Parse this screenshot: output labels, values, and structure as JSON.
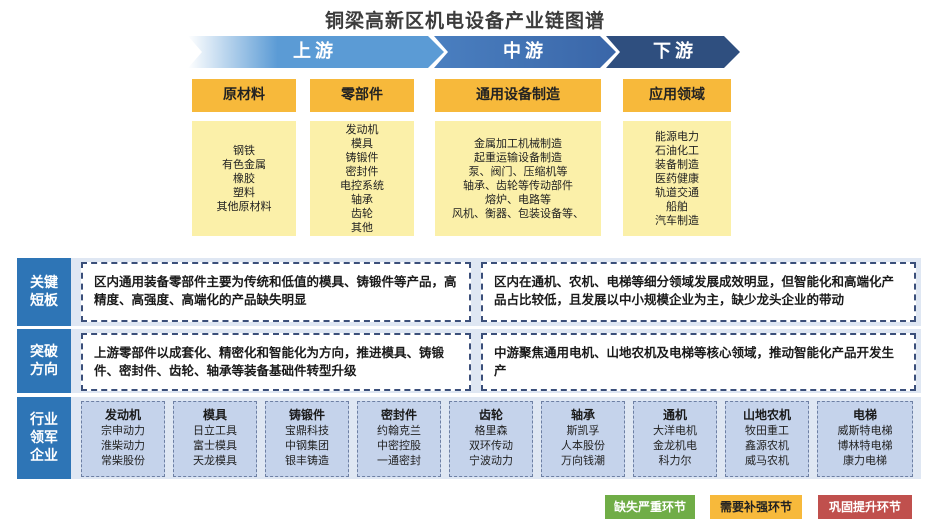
{
  "title": "铜梁高新区机电设备产业链图谱",
  "stages": [
    "上游",
    "中游",
    "下游"
  ],
  "colors": {
    "upstream": "#5b9bd5",
    "midstream": "#4472c4",
    "downstream": "#2f4f7f",
    "side": "#2e75b6",
    "category_head": "#f7b93b",
    "category_body": "#fbf0a9",
    "company_box": "#c5d3eb"
  },
  "categories": [
    {
      "title": "原材料",
      "items": [
        "钢铁",
        "有色金属",
        "橡胶",
        "塑料",
        "其他原材料"
      ]
    },
    {
      "title": "零部件",
      "items": [
        "发动机",
        "模具",
        "铸锻件",
        "密封件",
        "电控系统",
        "轴承",
        "齿轮",
        "其他"
      ]
    },
    {
      "title": "通用设备制造",
      "items": [
        "金属加工机械制造",
        "起重运输设备制造",
        "泵、阀门、压缩机等",
        "轴承、齿轮等传动部件",
        "熔炉、电路等",
        "风机、衡器、包装设备等、"
      ]
    },
    {
      "title": "应用领域",
      "items": [
        "能源电力",
        "石油化工",
        "装备制造",
        "医药健康",
        "轨道交通",
        "船舶",
        "汽车制造"
      ]
    }
  ],
  "rows": [
    {
      "label": [
        "关键",
        "短板"
      ],
      "left": "区内通用装备零部件主要为传统和低值的模具、铸锻件等产品，高精度、高强度、高端化的产品缺失明显",
      "right": "区内在通机、农机、电梯等细分领域发展成效明显，但智能化和高端化产品占比较低，且发展以中小规模企业为主，缺少龙头企业的带动"
    },
    {
      "label": [
        "突破",
        "方向"
      ],
      "left": "上游零部件以成套化、精密化和智能化为方向，推进模具、铸锻件、密封件、齿轮、轴承等装备基础件转型升级",
      "right": "中游聚焦通用电机、山地农机及电梯等核心领域，推动智能化产品开发生产"
    }
  ],
  "leaders": {
    "label": [
      "行业",
      "领军",
      "企业"
    ],
    "groups": [
      {
        "title": "发动机",
        "companies": [
          "宗申动力",
          "淮柴动力",
          "常柴股份"
        ]
      },
      {
        "title": "模具",
        "companies": [
          "日立工具",
          "富士模具",
          "天龙模具"
        ]
      },
      {
        "title": "铸锻件",
        "companies": [
          "宝鼎科技",
          "中钢集团",
          "银丰铸造"
        ]
      },
      {
        "title": "密封件",
        "companies": [
          "约翰克兰",
          "中密控股",
          "一通密封"
        ]
      },
      {
        "title": "齿轮",
        "companies": [
          "格里森",
          "双环传动",
          "宁波动力"
        ]
      },
      {
        "title": "轴承",
        "companies": [
          "斯凯孚",
          "人本股份",
          "万向钱潮"
        ]
      },
      {
        "title": "通机",
        "companies": [
          "大洋电机",
          "金龙机电",
          "科力尔"
        ]
      },
      {
        "title": "山地农机",
        "companies": [
          "牧田重工",
          "鑫源农机",
          "威马农机"
        ]
      },
      {
        "title": "电梯",
        "companies": [
          "威斯特电梯",
          "博林特电梯",
          "康力电梯"
        ]
      }
    ]
  },
  "legend": [
    {
      "label": "缺失严重环节",
      "color": "#70ad47"
    },
    {
      "label": "需要补强环节",
      "color": "#f7b93b"
    },
    {
      "label": "巩固提升环节",
      "color": "#c0504d"
    }
  ]
}
